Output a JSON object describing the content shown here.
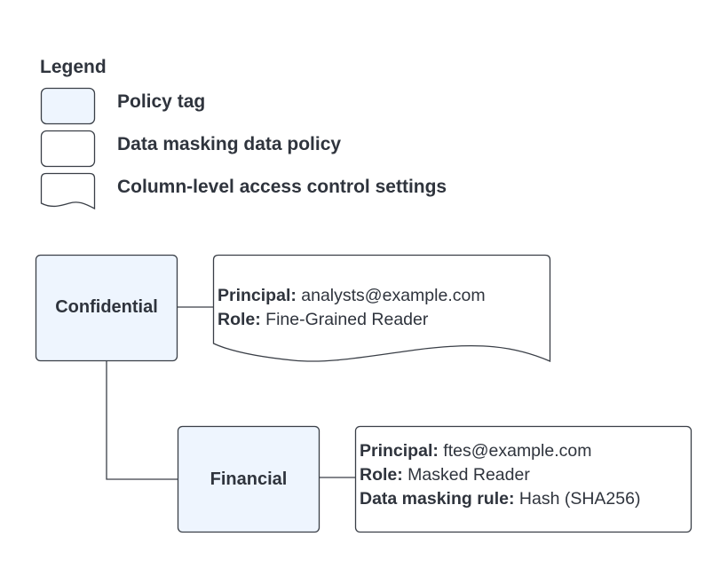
{
  "legend": {
    "title": "Legend",
    "items": [
      {
        "label": "Policy tag",
        "shape": "rounded-rect-filled"
      },
      {
        "label": "Data masking data policy",
        "shape": "rounded-rect"
      },
      {
        "label": "Column-level access control settings",
        "shape": "document"
      }
    ]
  },
  "nodes": {
    "confidential": {
      "label": "Confidential",
      "settings": [
        {
          "key": "Principal:",
          "value": " analysts@example.com"
        },
        {
          "key": "Role:",
          "value": " Fine-Grained Reader"
        }
      ]
    },
    "financial": {
      "label": "Financial",
      "policy": [
        {
          "key": "Principal:",
          "value": " ftes@example.com"
        },
        {
          "key": "Role:",
          "value": " Masked Reader"
        },
        {
          "key": "Data masking rule:",
          "value": " Hash (SHA256)"
        }
      ]
    }
  },
  "colors": {
    "policy_tag_fill": "#eef5fe",
    "stroke": "#3a3f47",
    "text": "#2f343d"
  }
}
